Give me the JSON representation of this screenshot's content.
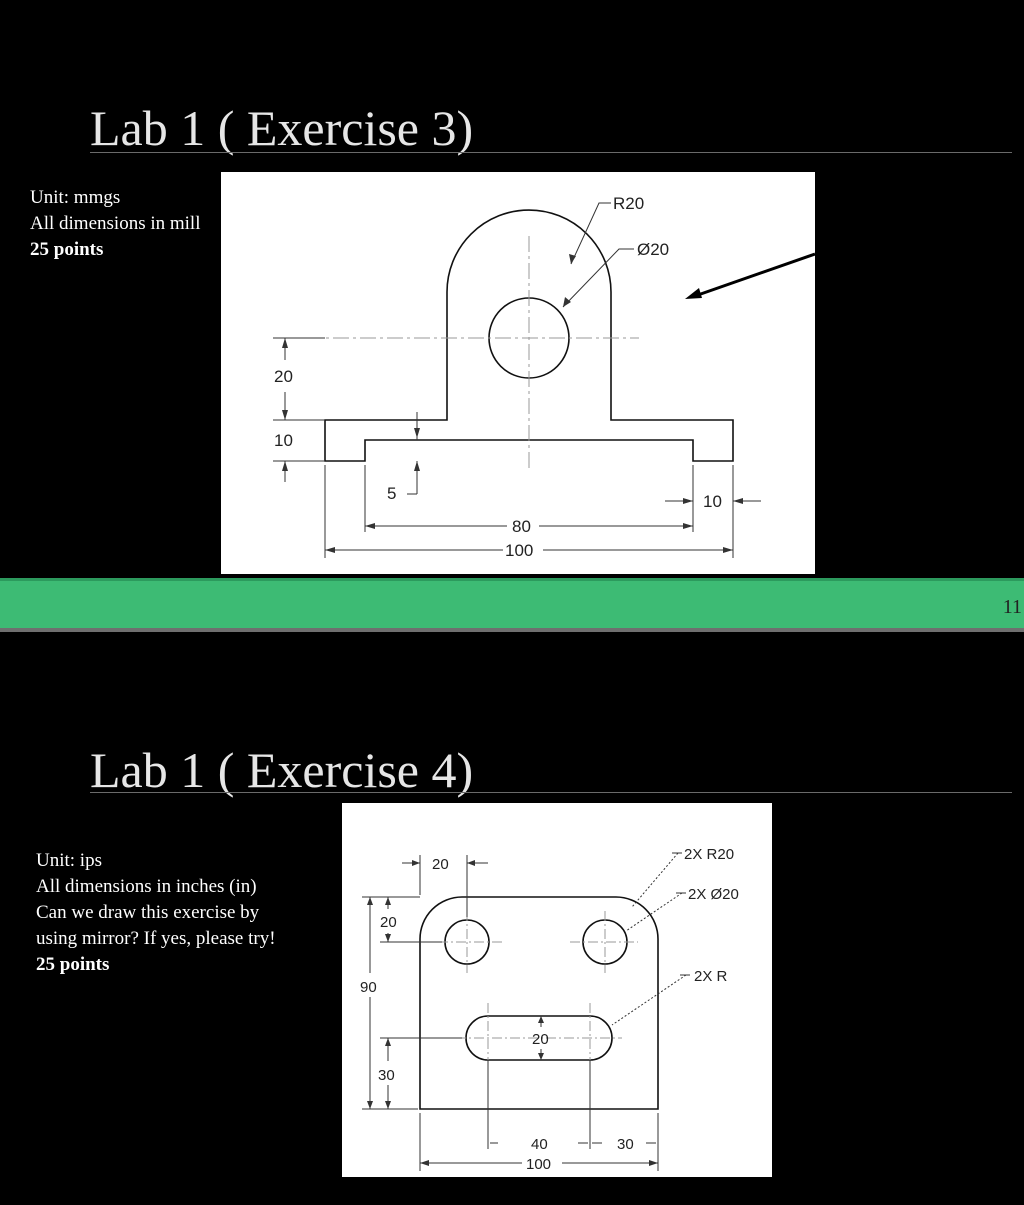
{
  "slides": [
    {
      "title": "Lab 1 ( Exercise 3)",
      "info": [
        "Unit: mmgs",
        "All dimensions in mill"
      ],
      "points": "25 points",
      "drawing": {
        "labels": {
          "r20": "R20",
          "dia20": "Ø20",
          "d20": "20",
          "d10_left": "10",
          "d5": "5",
          "d80": "80",
          "d100": "100",
          "d10_right": "10"
        }
      }
    },
    {
      "title": "Lab 1 ( Exercise 4)",
      "info": [
        "Unit: ips",
        "All dimensions in inches (in)",
        "Can we draw this exercise by",
        "using mirror? If yes, please try!"
      ],
      "points": "25 points",
      "drawing": {
        "labels": {
          "top20": "20",
          "twoxR20": "2X R20",
          "twoxDia20": "2X Ø20",
          "left20": "20",
          "d90": "90",
          "twoxR": "2X R",
          "slot20": "20",
          "d30_left": "30",
          "d40": "40",
          "d30_bottom": "30",
          "d100": "100"
        }
      }
    }
  ],
  "divider": {
    "page_number": "11",
    "color": "#3dbb74"
  }
}
